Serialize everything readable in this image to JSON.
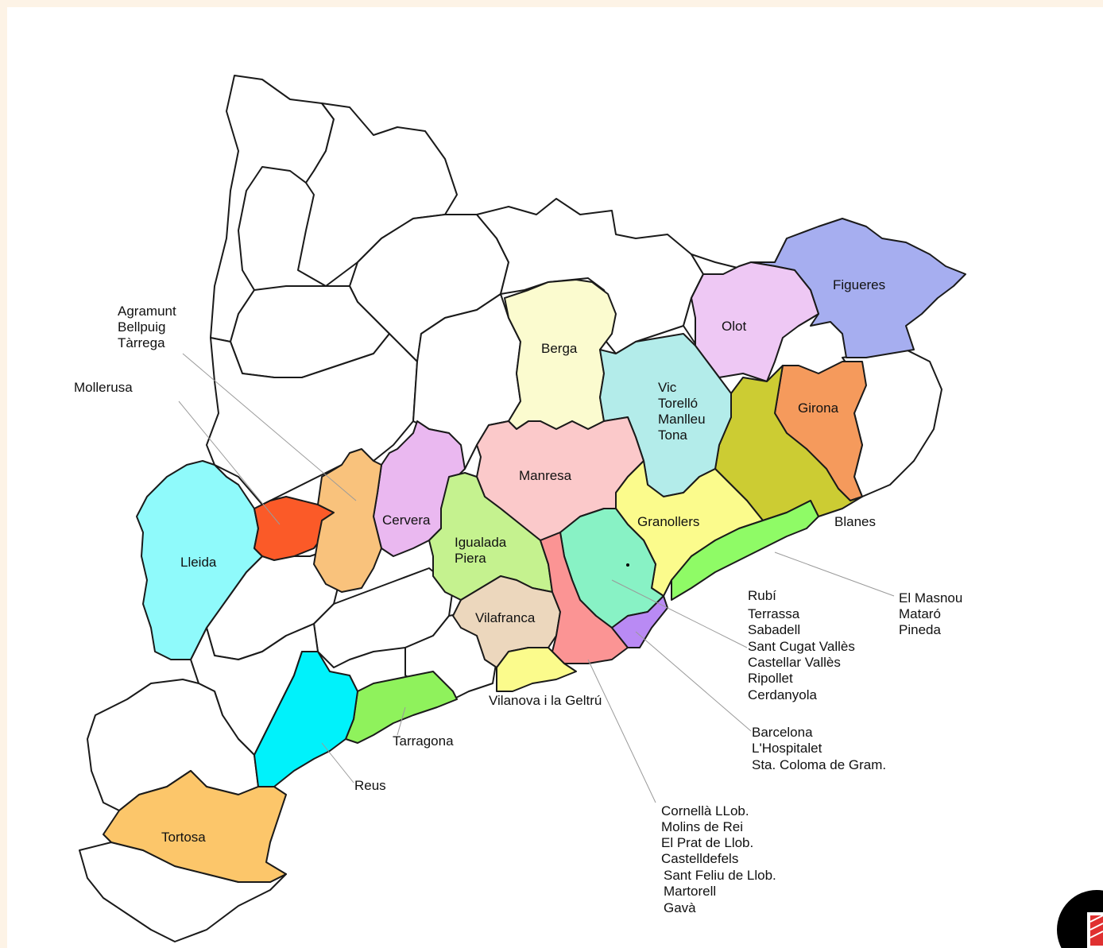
{
  "colors": {
    "background": "#fdf3e6",
    "figueres": "#a6aef0",
    "olot": "#eec8f4",
    "girona": "#f59a5c",
    "blanes": "#cccc33",
    "berga": "#fbfbcf",
    "vic": "#b3ecea",
    "manresa": "#fbc9ca",
    "granollers": "#fbfb8c",
    "cervera": "#eab8f0",
    "igualada": "#c5f28f",
    "vilafranca": "#ecd7bd",
    "terrassa": "#88f2c5",
    "cornella": "#fb9494",
    "barcelona": "#b98af4",
    "vilanova": "#fbfb8c",
    "maresme": "#8ffb66",
    "tarragona": "#8ff25c",
    "reus": "#00f2fb",
    "tortosa": "#fcc66a",
    "lleida": "#8ffafb",
    "mollerusa": "#fb5a28",
    "tarrega": "#f9c27c"
  },
  "labels": {
    "figueres": "Figueres",
    "olot": "Olot",
    "girona": "Girona",
    "blanes": "Blanes",
    "berga": "Berga",
    "vic": [
      "Vic",
      "Torelló",
      "Manlleu",
      "Tona"
    ],
    "manresa": "Manresa",
    "granollers": "Granollers",
    "cervera": "Cervera",
    "igualada": [
      "Igualada",
      "Piera"
    ],
    "vilafranca": "Vilafranca",
    "vilanova": "Vilanova i la Geltrú",
    "tarragona": "Tarragona",
    "reus": "Reus",
    "tortosa": "Tortosa",
    "lleida": "Lleida",
    "mollerusa": "Mollerusa",
    "tarrega": [
      "Agramunt",
      "Bellpuig",
      "Tàrrega"
    ],
    "maresme": [
      "El Masnou",
      "Mataró",
      "Pineda"
    ],
    "terrassa": [
      "Rubí",
      "Terrassa",
      "Sabadell",
      "Sant Cugat Vallès",
      "Castellar Vallès",
      "Ripollet",
      "Cerdanyola"
    ],
    "barcelona": [
      "Barcelona",
      "L'Hospitalet",
      "Sta. Coloma de Gram."
    ],
    "cornella": [
      "Cornellà LLob.",
      "Molins de Rei",
      "El Prat de Llob.",
      "Castelldefels",
      "Sant Feliu de Llob.",
      "Martorell",
      "Gavà"
    ]
  }
}
